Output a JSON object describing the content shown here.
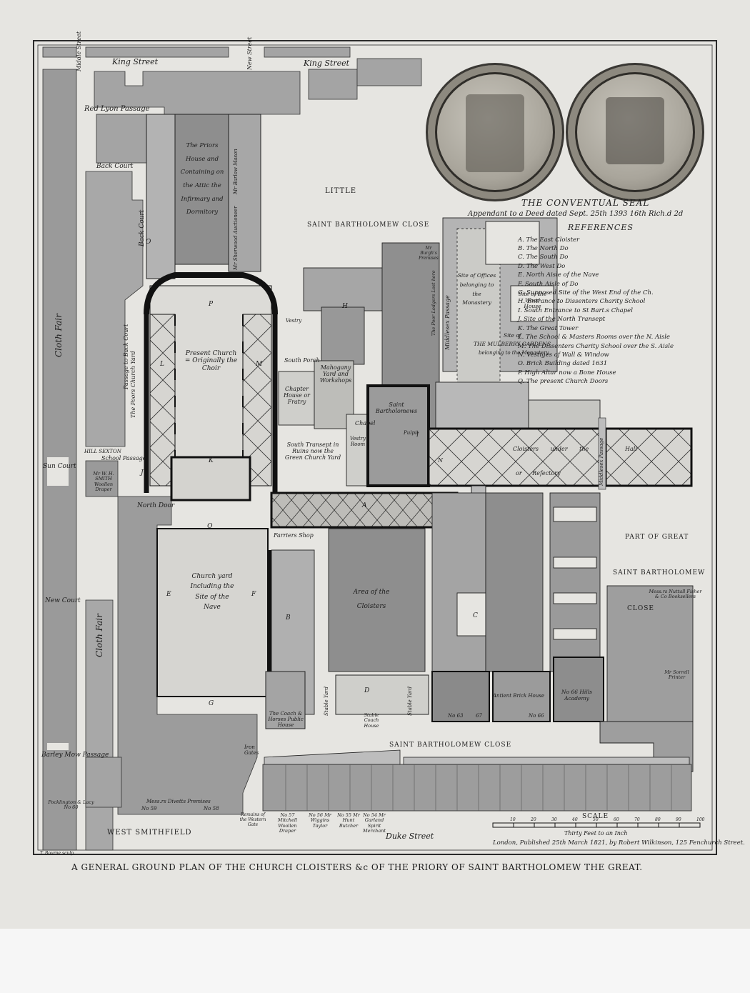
{
  "title": "A GENERAL GROUND PLAN OF THE CHURCH CLOISTERS &c OF THE PRIORY OF SAINT BARTHOLOMEW THE GREAT.",
  "engraver": "T. Bourne sculp.",
  "publication": "London, Published 25th March 1821, by Robert Wilkinson, 125 Fenchurch Street.",
  "seal": {
    "title": "THE CONVENTUAL SEAL",
    "subtitle": "Appendant to a Deed dated Sept. 25th 1393 16th Rich.d 2d"
  },
  "references": {
    "heading": "REFERENCES",
    "items": [
      "A. The East Cloister",
      "B. The North Do",
      "C. The South Do",
      "D. The West Do",
      "E. North Aisle of the Nave",
      "F. South Aisle of Do",
      "G. Supposed Site of the West End of the Ch.",
      "H. Entrance to Dissenters Charity School",
      "I. South Entrance to St Bart.s Chapel",
      "J. Site of the North Transept",
      "K. The Great Tower",
      "L. The School & Masters Rooms over the N. Aisle",
      "M. The Dissenters Charity School over the S. Aisle",
      "N. Vestiges of Wall & Window",
      "O. Brick Building dated 1631",
      "P. High Altar now a Bone House",
      "Q. The present Church Doors"
    ]
  },
  "scale": {
    "label": "SCALE",
    "ticks": [
      "10",
      "20",
      "30",
      "40",
      "50",
      "60",
      "70",
      "80",
      "90",
      "100"
    ],
    "note": "Thirty Feet to an Inch"
  },
  "streets": {
    "king_street_left": "King Street",
    "king_street_right": "King Street",
    "middle_street": "Middle Street",
    "new_street": "New Street",
    "red_lyon": "Red Lyon Passage",
    "back_court_1": "Back Court",
    "back_court_2": "Back Court",
    "cloth_fair_1": "Cloth Fair",
    "cloth_fair_2": "Cloth Fair",
    "passage_back_court": "Passage to Back Court",
    "poors_church_yard": "The Poors Church Yard",
    "hill_sexton": "HILL SEXTON",
    "school_passage": "School Passage",
    "sun_court": "Sun Court",
    "north_door": "North Door",
    "new_court": "New Court",
    "barley_mow": "Barley Mow Passage",
    "west_smithfield": "WEST SMITHFIELD",
    "duke_street": "Duke Street",
    "little": "LITTLE",
    "little_close": "SAINT BARTHOLOMEW CLOSE",
    "close_bottom": "SAINT BARTHOLOMEW CLOSE",
    "part_of_great": "PART OF GREAT",
    "saint_barth": "SAINT BARTHOLOMEW",
    "close_right": "CLOSE",
    "middlesex_passage": "Middlesex Passage",
    "middlesex_passage_2": "Middlesex Passage",
    "stable_yard_1": "Stable Yard",
    "stable_yard_2": "Stable Yard",
    "iron_gates": "Iron Gates"
  },
  "buildings": {
    "priors_house": "The Priors House and Containing on the Attic the Infirmary and Dormitory",
    "present_church": "Present Church = Originally the Choir",
    "vestry": "Vestry",
    "south_porch": "South Porch",
    "chapter_house": "Chapter House or Fratry",
    "mahogany_yard": "Mahogany Yard and Workshops",
    "south_transept": "South Transept in Ruins now the Green Church Yard",
    "saint_bartholomews": "Saint Bartholomews",
    "pulpit": "Pulpit",
    "chapel": "Chapel",
    "vestry_room": "Vestry Room",
    "cloisters_under": "Cloisters under the",
    "or_refectory": "or Refectory",
    "hall": "Hall",
    "farriers_shop": "Farriers Shop",
    "area_cloisters": "Area of the Cloisters",
    "churchyard": "Church yard Including the Site of the Nave",
    "coach_horses": "The Coach & Horses Public House",
    "stable_coach_house": "Stable Coach House",
    "antient_brick": "Antient Brick House",
    "hills_academy": "No 66 Hills Academy",
    "no_66": "No 66",
    "no_63": "No 63",
    "no_67": "67",
    "site_offices": "Site of Offices belonging to the Monastery",
    "site_wood_house": "Site of the Wood House",
    "mulberry_site": "Site of",
    "mulberry_gardens": "THE MULBERRY GARDENS",
    "mulberry_belonging": "belonging to the Monastery",
    "little_entry": "Mr Burgh's Premises",
    "barlow_mason": "Mr Barlow Mason",
    "sherwood_auctioneer": "Mr Sherwood Auctioneer",
    "poor_lodgings": "The Poor Lodgers Lost here",
    "smith_draper": "Mr W. H. SMITH Woollen Draper",
    "pocklington": "Pocklington & Lacy No 60",
    "divetts": "Mess.rs Divetts Premises",
    "no_59": "No 59",
    "no_58": "No 58",
    "remains": "Remains of the Western Gate",
    "mitchell": "No 57 Mitchell Woollen Draper",
    "wiggins": "No 56 Mr Wiggins Taylor",
    "hunt": "No 55 Mr Hunt Butcher",
    "garland": "No 54 Mr Garland Spirit Merchant",
    "nuttall": "Mess.rs Nuttall Fisher & Co Booksellers",
    "sorrell": "Mr Sorrell Printer"
  },
  "letters": {
    "A": "A",
    "B": "B",
    "C": "C",
    "D": "D",
    "E": "E",
    "F": "F",
    "G": "G",
    "H": "H",
    "I": "I",
    "J": "J",
    "K": "K",
    "L": "L",
    "M": "M",
    "N": "N",
    "O": "O",
    "P": "P",
    "Q": "Q"
  },
  "colors": {
    "paper": "#e6e5e1",
    "dark_building": "#8c8c8c",
    "mid_building": "#a3a3a3",
    "light_building": "#bcbcbc",
    "wall": "#111111"
  }
}
